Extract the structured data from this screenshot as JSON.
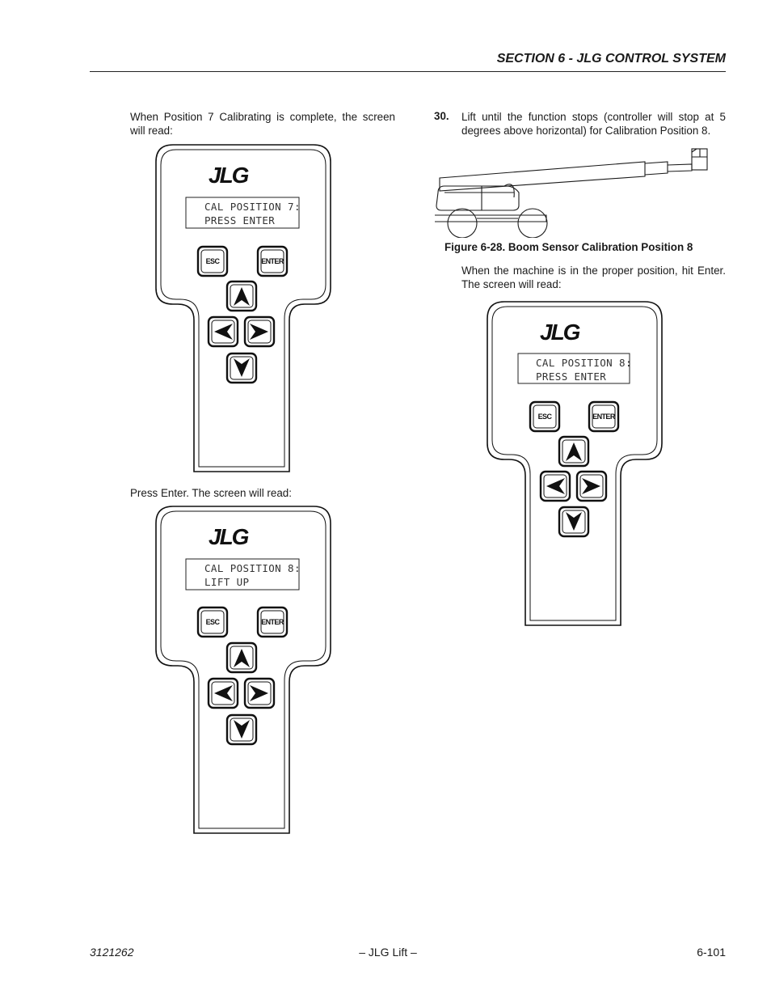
{
  "header": {
    "section_title": "SECTION 6 - JLG CONTROL SYSTEM"
  },
  "left_column": {
    "intro_text": "When Position 7 Calibrating is complete, the screen will read:",
    "press_enter_text": "Press Enter. The screen will read:"
  },
  "right_column": {
    "step_number": "30.",
    "step_text": "Lift until the function stops (controller will stop at 5 degrees above horizontal) for Calibration Position 8.",
    "figure_caption": "Figure 6-28.  Boom Sensor Calibration Position 8",
    "proper_position_text": "When the machine is in the proper position, hit Enter. The screen will read:"
  },
  "analyzers": [
    {
      "logo": "JLG",
      "screen_line1": "CAL POSITION 7:",
      "screen_line2": "PRESS ENTER",
      "esc_label": "ESC",
      "enter_label": "ENTER"
    },
    {
      "logo": "JLG",
      "screen_line1": "CAL POSITION 8:",
      "screen_line2": "LIFT UP",
      "esc_label": "ESC",
      "enter_label": "ENTER"
    },
    {
      "logo": "JLG",
      "screen_line1": "CAL POSITION 8:",
      "screen_line2": "PRESS ENTER",
      "esc_label": "ESC",
      "enter_label": "ENTER"
    }
  ],
  "footer": {
    "doc_number": "3121262",
    "center_text": "– JLG Lift –",
    "page_number": "6-101"
  }
}
